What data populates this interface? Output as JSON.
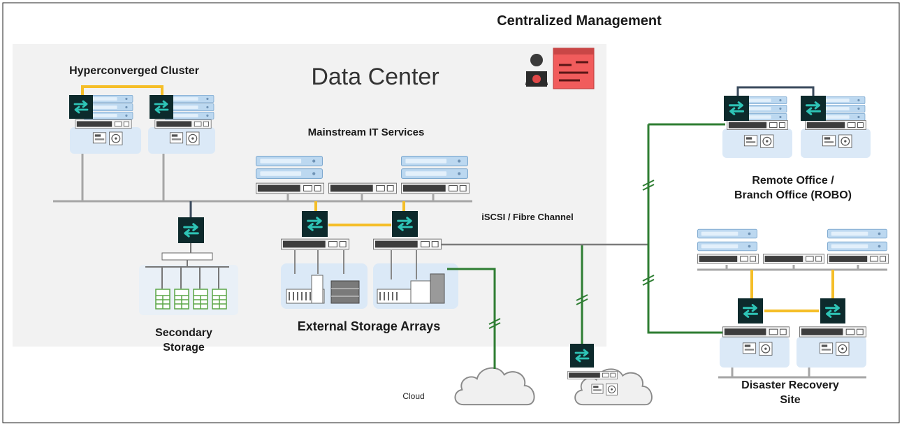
{
  "labels": {
    "centralized_management": "Centralized Management",
    "data_center": "Data Center",
    "hyperconverged_cluster": "Hyperconverged Cluster",
    "mainstream_it_services": "Mainstream IT Services",
    "iscsi_fibre_channel": "iSCSI / Fibre Channel",
    "secondary_storage_line1": "Secondary",
    "secondary_storage_line2": "Storage",
    "external_storage_arrays": "External Storage Arrays",
    "cloud": "Cloud",
    "robo_line1": "Remote Office /",
    "robo_line2": "Branch Office (ROBO)",
    "dr_line1": "Disaster Recovery",
    "dr_line2": "Site"
  },
  "colors": {
    "switch": "#0d2a2c",
    "switch_arrow": "#2ec4b6",
    "yellow_link": "#f5be28",
    "green_link": "#2e7d32",
    "gray_bus": "#a6a6a6",
    "navy_link": "#3a4a5c",
    "server_blue": "#bcd8f0",
    "zone_blue": "#dbe9f7",
    "data_center_bg": "#f2f2f2",
    "mgmt_red": "#f15c5c",
    "green_storage": "#5aa646"
  },
  "icons": [
    "network-switch-icon",
    "server-icon",
    "storage-drive-icon",
    "cloud-icon",
    "admin-user-icon",
    "management-console-icon"
  ]
}
